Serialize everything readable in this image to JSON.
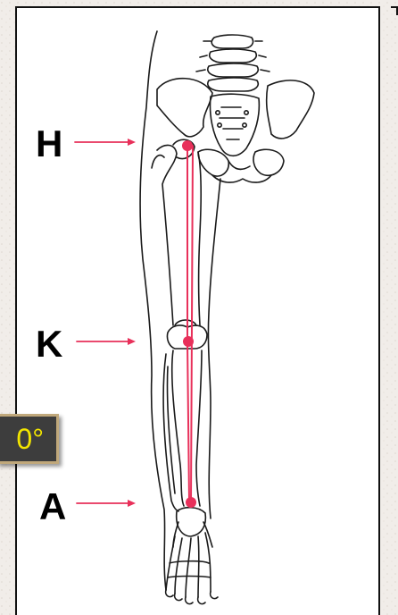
{
  "labels": {
    "hip": "H",
    "knee": "K",
    "ankle": "A"
  },
  "angle_badge": "0°",
  "colors": {
    "axis_line": "#e8305a",
    "badge_bg": "#3d3d3d",
    "badge_text": "#f2e500",
    "badge_border": "#c0a87b"
  }
}
